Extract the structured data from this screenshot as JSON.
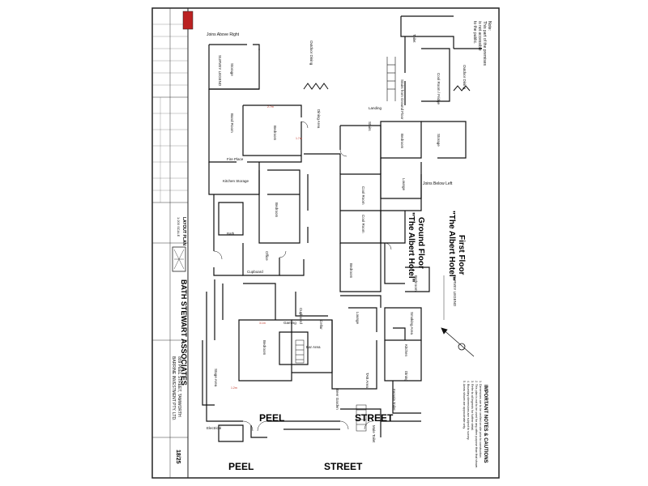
{
  "title_block": {
    "firm_name": "BATH STEWART ASSOCIATES",
    "client": "BARRINE INVESTMENT PTY. LTD.",
    "address": "809 PEEL STREET, TAMWORTH",
    "sheet_no": "18/25",
    "layout_plan": "LAYOUT PLAN",
    "scale_label": "1:200 SCALE"
  },
  "plan_titles": {
    "first_floor": [
      "First Floor",
      "\"The Albert Hotel\""
    ],
    "ground_floor": [
      "Ground Floor",
      "\"The Albert Hotel\""
    ]
  },
  "street_labels": {
    "peel_upper": "PEEL",
    "street_upper": "STREET",
    "peel_lower": "PEEL",
    "street_lower": "STREET"
  },
  "notes": {
    "top_right_note": [
      "Note:",
      "This part of the premises",
      "is not accessible",
      "to the public."
    ],
    "important_title": "IMPORTANT NOTES & CAUTIONS",
    "important_lines": [
      "1. Dimensions are to be verified on site prior to construction.",
      "2. This plan is not to be used for any other purpose than that shown.",
      "3. Refer to all legends for further detail.",
      "4. Boundary dimensions are subject to survey.",
      "5. Areas shown are approximate only."
    ],
    "survey_legend": "SURVEY LEGEND"
  },
  "joins": {
    "above_right": "Joins Above Right",
    "below_left": "Joins Below Left"
  },
  "rooms": {
    "storage": "Storage",
    "outdoor_dining": "Outdoor Dining",
    "outdoor_dining_2": "Outdoor Dining",
    "toilet": "Toilet",
    "landing": "Landing",
    "band_room": "Band Room",
    "bedroom_1": "Bedroom",
    "bedroom_2": "Bedroom",
    "bedroom_3": "Bedroom",
    "bedroom_4": "Bedroom",
    "bedroom_5": "Bedroom",
    "fire_place": "Fire Place",
    "kitchen_storage": "Kitchen Storage",
    "bath": "Bath",
    "cool_room": "Cool Room",
    "cool_room_2": "Cool Room",
    "lounge": "Lounge",
    "lounge_2": "Lounge",
    "office": "Office",
    "cupboard": "Cupboard",
    "cupboard_2": "Cupboard",
    "storage_2": "Storage",
    "kitchen": "Kitchen",
    "dining": "Dining",
    "bar_area": "Bar Area",
    "tab_area": "TAB Area",
    "stage_area": "Stage Area",
    "electrical": "Electrical",
    "gaming": "Gaming",
    "smoking_area": "Smoking Area",
    "beer_garden": "Beer Garden",
    "male_toilet": "Male Toilet",
    "female_toilet": "Female Toilet",
    "stairs": "Stairs",
    "bathroom": "Bathroom",
    "cool_room_fridge": "Cool Room / Fridge",
    "stairs_from_ground": "Stairs from Ground Floor",
    "dining_area": "Dining Area",
    "cellar": "Cellar"
  },
  "dimensions": {
    "room_height": "2.7m",
    "ceiling": "1.7m",
    "distance": "3.1m",
    "sill": "1.2m"
  }
}
